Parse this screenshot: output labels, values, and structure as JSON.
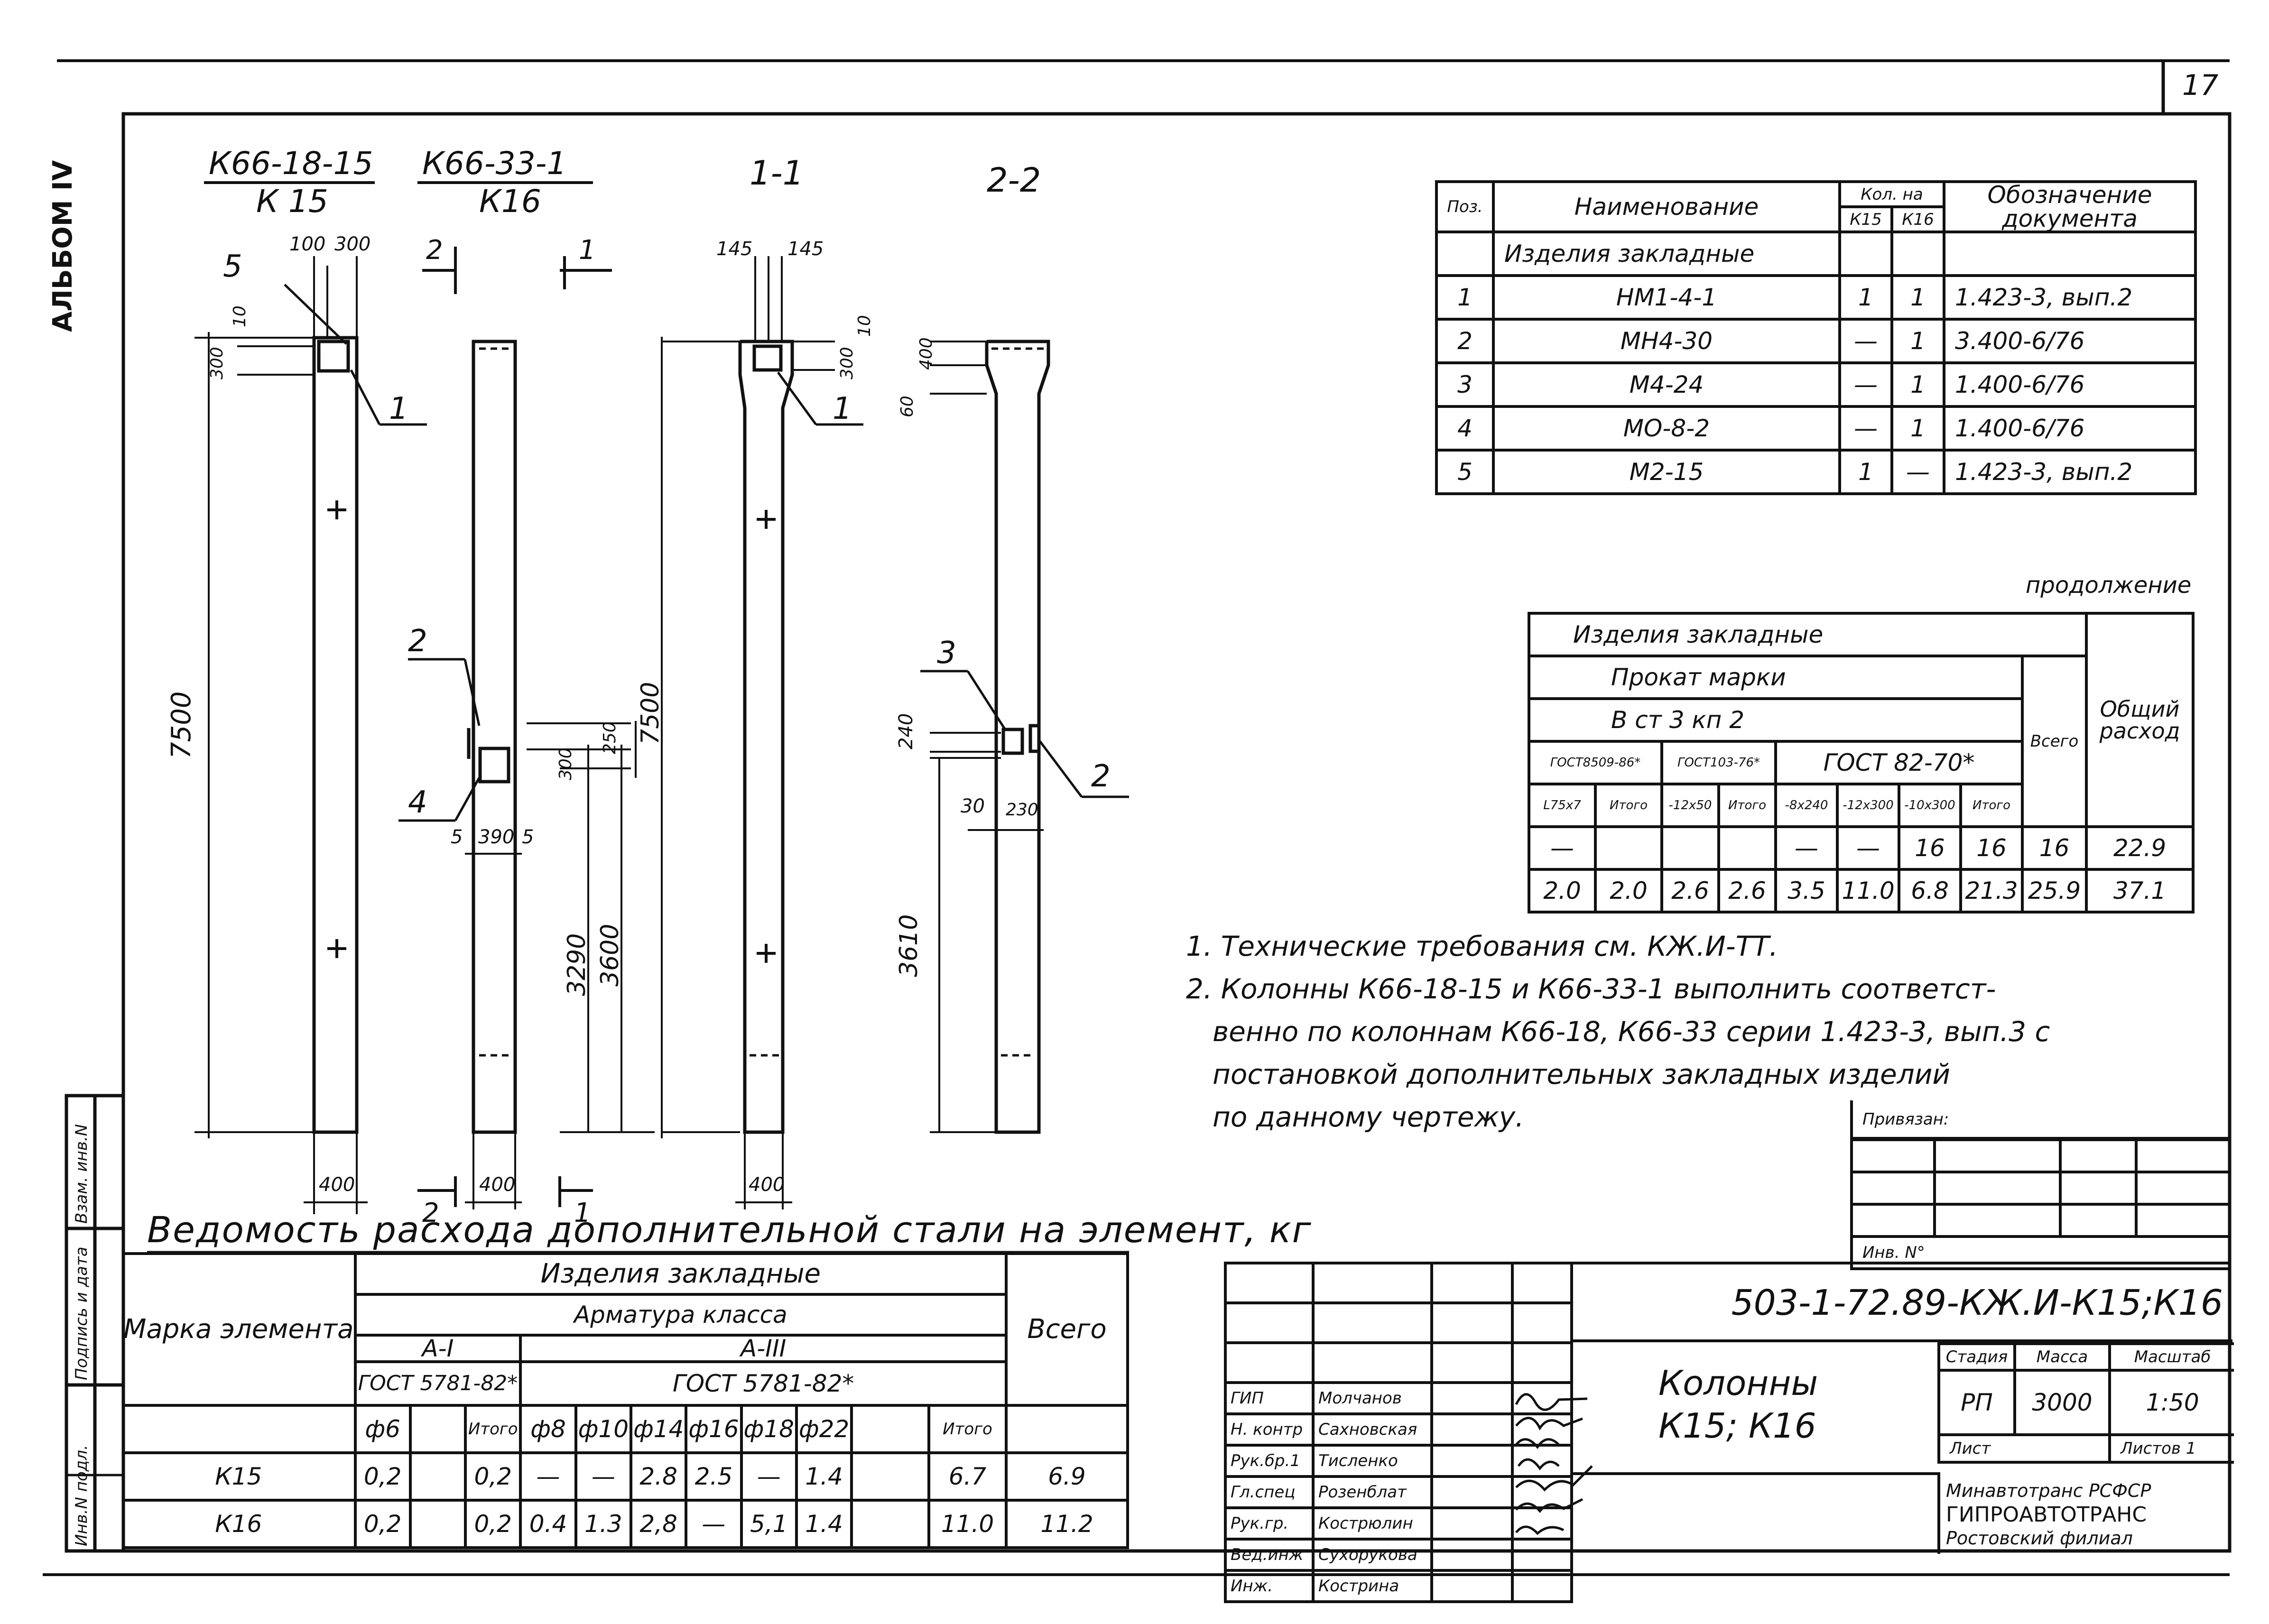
{
  "sheet_number": "17",
  "album": "АЛЬБОМ IV",
  "side_labels": {
    "inv_vzam": "Взам. инв.N",
    "podpis": "Подпись и дата",
    "inv_podl": "Инв.N подл."
  },
  "views": {
    "k15_mark_top": "К66-18-15",
    "k15_mark_bottom": "К 15",
    "k16_mark_top": "К66-33-1",
    "k16_mark_bottom": "К16",
    "section_1": "1-1",
    "section_2": "2-2"
  },
  "dimensions": {
    "d100": "100",
    "d300a": "300",
    "d10a": "10",
    "d300b": "300",
    "d7500a": "7500",
    "d400a": "400",
    "d5a": "5",
    "d390": "390",
    "d5b": "5",
    "d400b": "400",
    "d250": "250",
    "d300c": "300",
    "d3290": "3290",
    "d3600": "3600",
    "d145a": "145",
    "d145b": "145",
    "d10b": "10",
    "d300d": "300",
    "d7500b": "7500",
    "d400c": "400",
    "d400d": "400",
    "d60": "60",
    "d240": "240",
    "d30": "30",
    "d230": "230",
    "d3610": "3610"
  },
  "callouts": {
    "c5": "5",
    "c1a": "1",
    "c2a": "2",
    "c4": "4",
    "c1b": "1",
    "c3": "3",
    "c2b": "2",
    "cut2_top": "2",
    "cut1_top": "1",
    "cut2_bot": "2",
    "cut1_bot": "1"
  },
  "positions_table": {
    "headers": {
      "poz": "Поз.",
      "name": "Наименование",
      "qty": "Кол. на",
      "k15": "К15",
      "k16": "К16",
      "doc1": "Обозначение",
      "doc2": "документа"
    },
    "group": "Изделия закладные",
    "rows": [
      {
        "poz": "1",
        "name": "НМ1-4-1",
        "k15": "1",
        "k16": "1",
        "doc": "1.423-3, вып.2"
      },
      {
        "poz": "2",
        "name": "МН4-30",
        "k15": "—",
        "k16": "1",
        "doc": "3.400-6/76"
      },
      {
        "poz": "3",
        "name": "М4-24",
        "k15": "—",
        "k16": "1",
        "doc": "1.400-6/76"
      },
      {
        "poz": "4",
        "name": "МО-8-2",
        "k15": "—",
        "k16": "1",
        "doc": "1.400-6/76"
      },
      {
        "poz": "5",
        "name": "М2-15",
        "k15": "1",
        "k16": "—",
        "doc": "1.423-3, вып.2"
      }
    ]
  },
  "continuation_table": {
    "label": "продолжение",
    "h_group": "Изделия закладные",
    "h_prokat": "Прокат марки",
    "h_steel": "В ст 3 кп 2",
    "h_total": "Всего",
    "h_overall": "Общий расход",
    "std1": "ГОСТ8509-86*",
    "std2": "ГОСТ103-76*",
    "std3": "ГОСТ 82-70*",
    "cols": [
      "L75x7",
      "Итого",
      "-12x50",
      "Итого",
      "-8x240",
      "-12x300",
      "-10x300",
      "Итого"
    ],
    "rows": [
      [
        "—",
        "",
        "",
        "",
        "—",
        "—",
        "16",
        "16",
        "16",
        "22.9"
      ],
      [
        "2.0",
        "2.0",
        "2.6",
        "2.6",
        "3.5",
        "11.0",
        "6.8",
        "21.3",
        "25.9",
        "37.1"
      ]
    ]
  },
  "notes": [
    "1. Технические требования см. КЖ.И-ТТ.",
    "2. Колонны К66-18-15 и К66-33-1 выполнить соответст-",
    "венно по колоннам К66-18, К66-33 серии 1.423-3, вып.3 с",
    "постановкой дополнительных закладных изделий",
    "по данному чертежу."
  ],
  "privyazan": {
    "title": "Привязан:",
    "inv": "Инв. N°"
  },
  "steel_table": {
    "title": "Ведомость расхода дополнительной стали на элемент, кг",
    "h_group": "Изделия закладные",
    "h_armatura": "Арматура класса",
    "h_mark": "Марка элемента",
    "h_a1": "А-I",
    "h_a3": "А-III",
    "gost1": "ГОСТ 5781-82*",
    "gost2": "ГОСТ 5781-82*",
    "h_total": "Всего",
    "diam": [
      "ф6",
      "",
      "Итого",
      "ф8",
      "ф10",
      "ф14",
      "ф16",
      "ф18",
      "ф22",
      "",
      "Итого"
    ],
    "rows": [
      {
        "mark": "К15",
        "cells": [
          "0,2",
          "",
          "0,2",
          "—",
          "—",
          "2.8",
          "2.5",
          "—",
          "1.4",
          "",
          "6.7"
        ],
        "total": "6.9"
      },
      {
        "mark": "К16",
        "cells": [
          "0,2",
          "",
          "0,2",
          "0.4",
          "1.3",
          "2,8",
          "—",
          "5,1",
          "1.4",
          "",
          "11.0"
        ],
        "total": "11.2"
      }
    ]
  },
  "stamp": {
    "code": "503-1-72.89-КЖ.И-К15;К16",
    "title_line1": "Колонны",
    "title_line2": "К15; К16",
    "stage_h": "Стадия",
    "mass_h": "Масса",
    "scale_h": "Масштаб",
    "stage": "РП",
    "mass": "3000",
    "scale": "1:50",
    "sheet_label": "Лист",
    "sheets_label": "Листов 1",
    "org1": "Минавтотранс РСФСР",
    "org2": "ГИПРОАВТОТРАНС",
    "org3": "Ростовский филиал",
    "people": [
      {
        "role": "ГИП",
        "name": "Молчанов"
      },
      {
        "role": "Н. контр",
        "name": "Сахновская"
      },
      {
        "role": "Рук.бр.1",
        "name": "Тисленко"
      },
      {
        "role": "Гл.спец",
        "name": "Розенблат"
      },
      {
        "role": "Рук.гр.",
        "name": "Кострюлин"
      },
      {
        "role": "Вед.инж",
        "name": "Сухорукова"
      },
      {
        "role": "Инж.",
        "name": "Кострина"
      }
    ]
  }
}
